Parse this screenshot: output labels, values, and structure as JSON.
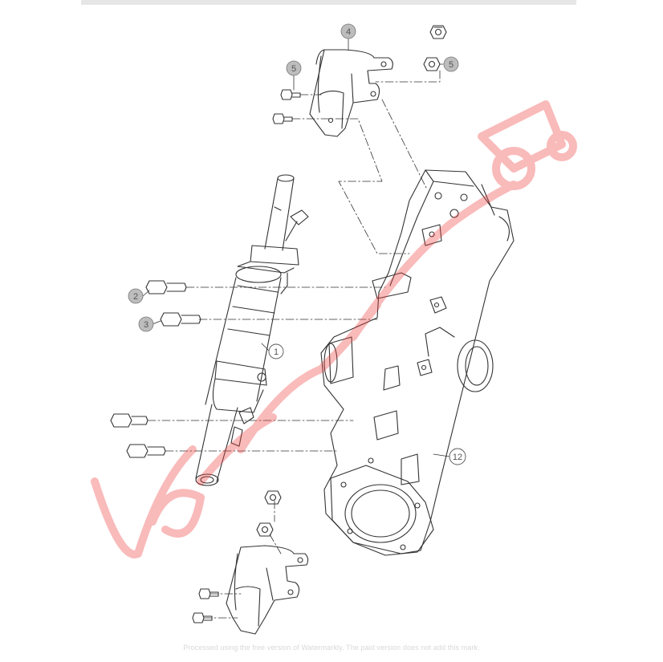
{
  "colors": {
    "line": "#333333",
    "callout_fill": "#bdbdbd",
    "watermark": "#f03c3c",
    "background": "#ffffff"
  },
  "callouts": [
    {
      "id": "c4a",
      "label": "4",
      "filled": true
    },
    {
      "id": "c5a",
      "label": "5",
      "filled": true
    },
    {
      "id": "c5b",
      "label": "5",
      "filled": true
    },
    {
      "id": "c2",
      "label": "2",
      "filled": true
    },
    {
      "id": "c3",
      "label": "3",
      "filled": true
    },
    {
      "id": "c1",
      "label": "1",
      "filled": false
    },
    {
      "id": "c12",
      "label": "12",
      "filled": false
    }
  ],
  "footer": {
    "text": "Processed using the free version of Watermarkly. The paid version does not add this mark."
  }
}
